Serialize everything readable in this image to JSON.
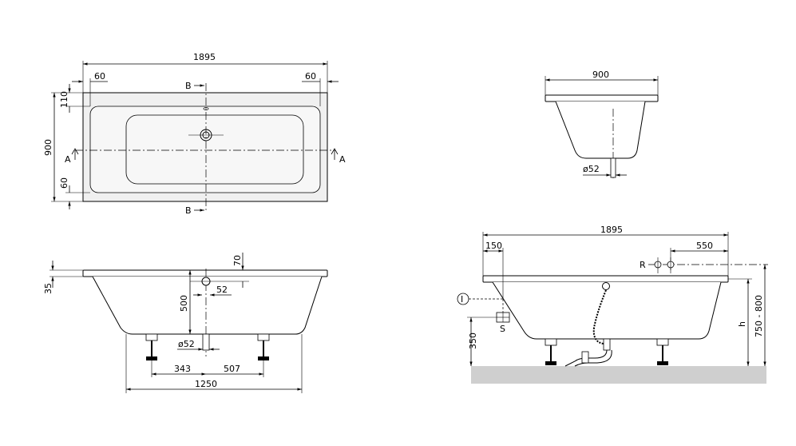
{
  "top_view": {
    "length": "1895",
    "width": "900",
    "rim_left": "60",
    "rim_right": "60",
    "rim_top": "110",
    "rim_bottom": "60",
    "section_a": "A",
    "section_b": "B"
  },
  "side_view": {
    "rim_height": "35",
    "drain_offset": "70",
    "drain_size": "52",
    "depth": "500",
    "waste_diameter": "ø52",
    "foot_left": "343",
    "foot_right": "507",
    "foot_span": "1250"
  },
  "end_view": {
    "width": "900",
    "waste_diameter": "ø52"
  },
  "install_view": {
    "length": "1895",
    "offset_left": "150",
    "offset_right": "550",
    "tap_label": "R",
    "overflow_label": "I",
    "siphon_label": "S",
    "siphon_height": "350",
    "height_label": "h",
    "height_range": "750 - 800"
  }
}
